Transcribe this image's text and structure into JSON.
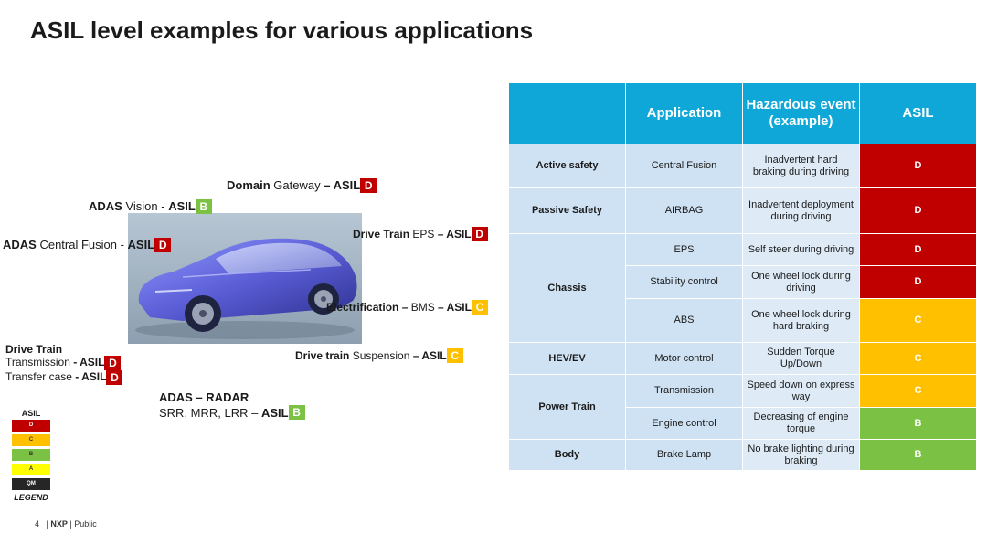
{
  "title": "ASIL level examples for various applications",
  "labels": {
    "domain": {
      "bold": "Domain",
      "text": " Gateway ",
      "asil_prefix": "– ASIL",
      "asil": "D"
    },
    "adas_vision": {
      "bold": "ADAS",
      "text": " Vision - ",
      "asil_prefix": "ASIL",
      "asil": "B"
    },
    "adas_fusion": {
      "bold": "ADAS",
      "text": " Central Fusion - ",
      "asil_prefix": "ASIL",
      "asil": "D"
    },
    "drive_eps": {
      "bold": "Drive Train",
      "text": " EPS ",
      "asil_prefix": "– ASIL",
      "asil": "D"
    },
    "electrification": {
      "bold": "Electrification –",
      "text": " BMS ",
      "asil_prefix": "– ASIL",
      "asil": "C"
    },
    "suspension": {
      "bold": "Drive train",
      "text": " Suspension ",
      "asil_prefix": "– ASIL",
      "asil": "C"
    },
    "drive_train": {
      "heading": "Drive Train",
      "line1": "Transmission ",
      "line1_asil_prefix": "- ASIL",
      "line1_asil": "D",
      "line2": "Transfer case ",
      "line2_asil_prefix": "- ASIL",
      "line2_asil": "D"
    },
    "radar": {
      "heading": "ADAS – RADAR",
      "text": "SRR, MRR, LRR – ",
      "asil_prefix": "ASIL",
      "asil": "B"
    }
  },
  "legend": {
    "title": "ASIL",
    "items": [
      {
        "label": "D",
        "color": "#c00000"
      },
      {
        "label": "C",
        "color": "#ffc000"
      },
      {
        "label": "B",
        "color": "#7bc143"
      },
      {
        "label": "A",
        "color": "#ffff00"
      },
      {
        "label": "QM",
        "color": "#262626"
      }
    ],
    "caption": "LEGEND"
  },
  "footer": {
    "page": "4",
    "brand": "NXP",
    "classification": "Public"
  },
  "table": {
    "headers": [
      "",
      "Application",
      "Hazardous event (example)",
      "ASIL"
    ],
    "rows": [
      {
        "category": "Active safety",
        "application": "Central Fusion",
        "hazard": "Inadvertent hard braking during driving",
        "asil": "D"
      },
      {
        "category": "Passive Safety",
        "application": "AIRBAG",
        "hazard": "Inadvertent deployment during driving",
        "asil": "D"
      },
      {
        "category": "Chassis",
        "application": "EPS",
        "hazard": "Self steer during driving",
        "asil": "D"
      },
      {
        "category": "",
        "application": "Stability control",
        "hazard": "One wheel lock during driving",
        "asil": "D"
      },
      {
        "category": "",
        "application": "ABS",
        "hazard": "One wheel lock during hard braking",
        "asil": "C"
      },
      {
        "category": "HEV/EV",
        "application": "Motor control",
        "hazard": "Sudden Torque Up/Down",
        "asil": "C"
      },
      {
        "category": "Power Train",
        "application": "Transmission",
        "hazard": "Speed down on express way",
        "asil": "C"
      },
      {
        "category": "",
        "application": "Engine control",
        "hazard": "Decreasing of engine torque",
        "asil": "B"
      },
      {
        "category": "Body",
        "application": "Brake Lamp",
        "hazard": "No brake lighting during braking",
        "asil": "B"
      }
    ]
  }
}
